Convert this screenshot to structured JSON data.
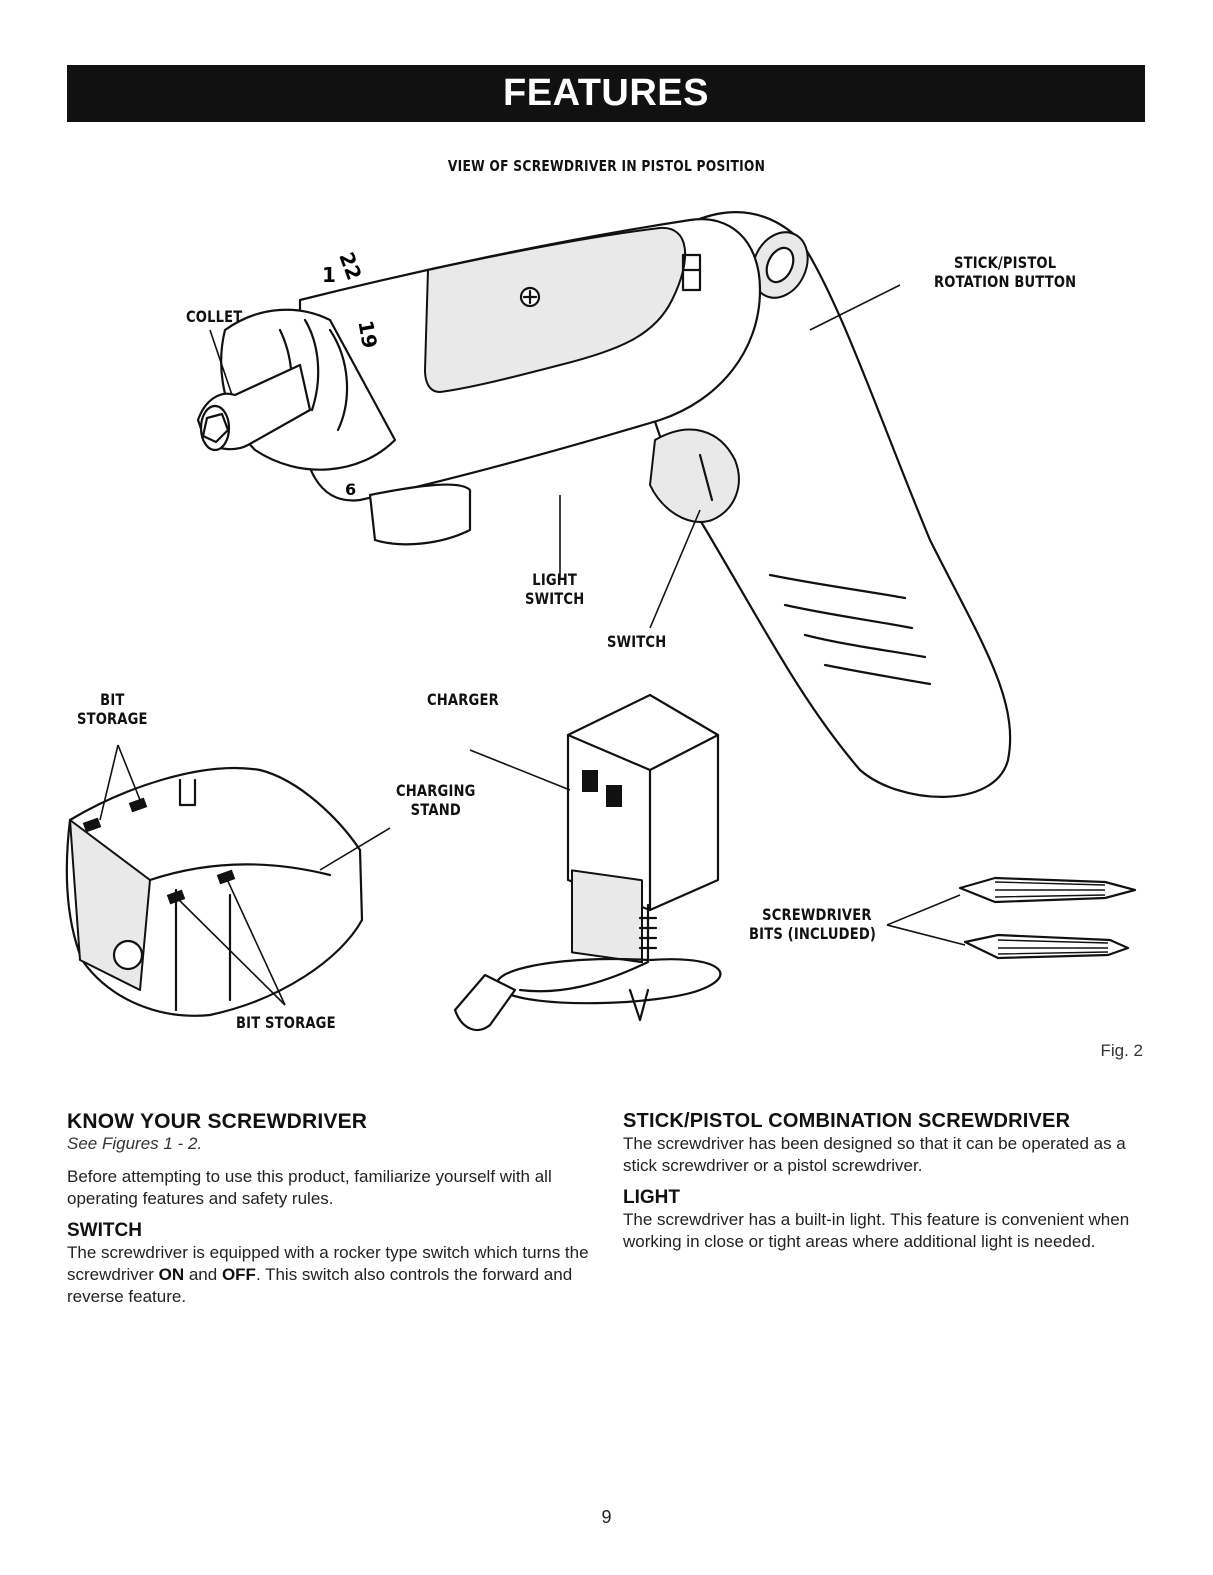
{
  "header": {
    "title": "FEATURES"
  },
  "figure": {
    "title": "VIEW OF SCREWDRIVER IN PISTOL POSITION",
    "labels": {
      "collet": "COLLET",
      "rotation_button_line1": "STICK/PISTOL",
      "rotation_button_line2": "ROTATION BUTTON",
      "light_switch_line1": "LIGHT",
      "light_switch_line2": "SWITCH",
      "switch": "SWITCH",
      "bit_storage_top_line1": "BIT",
      "bit_storage_top_line2": "STORAGE",
      "charger": "CHARGER",
      "charging_stand_line1": "CHARGING",
      "charging_stand_line2": "STAND",
      "bits_line1": "SCREWDRIVER",
      "bits_line2": "BITS (INCLUDED)",
      "bit_storage_bottom": "BIT STORAGE"
    },
    "collet_numbers": [
      "1",
      "22",
      "19",
      "6"
    ],
    "fig_number": "Fig. 2"
  },
  "left_column": {
    "heading": "KNOW YOUR SCREWDRIVER",
    "see_figures": "See Figures 1 - 2.",
    "intro": "Before attempting to use this product, familiarize yourself with all operating features and safety rules.",
    "switch_heading": "SWITCH",
    "switch_text_1": "The screwdriver is equipped with a rocker type switch which turns the screwdriver ",
    "switch_on": "ON",
    "switch_and": " and ",
    "switch_off": "OFF",
    "switch_text_2": ". This switch also controls the forward and reverse feature."
  },
  "right_column": {
    "combo_heading": "STICK/PISTOL COMBINATION SCREWDRIVER",
    "combo_text": "The screwdriver has been designed so that it can be operated as a stick screwdriver or a pistol screwdriver.",
    "light_heading": "LIGHT",
    "light_text": "The screwdriver has a built-in light. This feature is convenient when working in close or tight areas where additional light is needed."
  },
  "footer": {
    "page_number": "9"
  }
}
